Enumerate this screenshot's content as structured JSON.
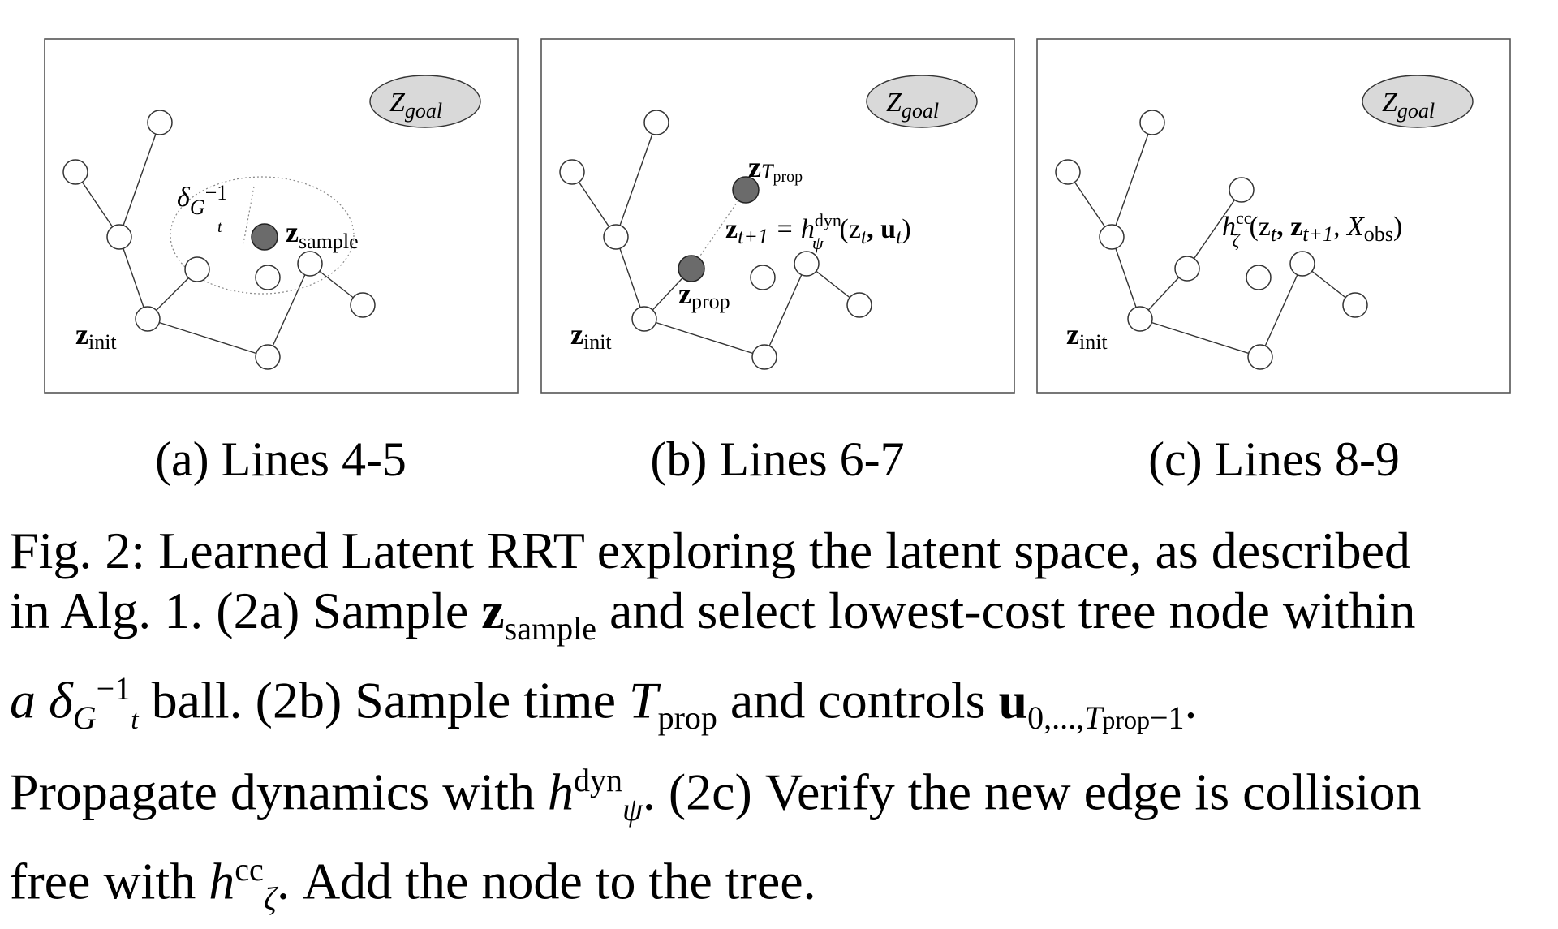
{
  "panels": [
    {
      "id": "a",
      "caption": "(a) Lines 4-5",
      "labels": {
        "goal": "Z",
        "goal_sub": "goal",
        "sample": "z",
        "sample_sub": "sample",
        "init": "z",
        "init_sub": "init",
        "delta": "δ",
        "delta_sub": "G",
        "delta_sup": "−1",
        "delta_subsub": "t"
      }
    },
    {
      "id": "b",
      "caption": "(b) Lines 6-7",
      "labels": {
        "goal": "Z",
        "goal_sub": "goal",
        "tprop": "z",
        "tprop_sub": "T",
        "tprop_subsub": "prop",
        "prop": "z",
        "prop_sub": "prop",
        "init": "z",
        "init_sub": "init",
        "eq_lhs": "z",
        "eq_lhs_sub": "t+1",
        "eq_mid": " = h",
        "eq_sup": "dyn",
        "eq_sub": "ψ",
        "eq_rhs": "(z",
        "eq_rhs_sub": "t",
        "eq_comma": ", u",
        "eq_u_sub": "t",
        "eq_close": ")"
      }
    },
    {
      "id": "c",
      "caption": "(c) Lines 8-9",
      "labels": {
        "goal": "Z",
        "goal_sub": "goal",
        "init": "z",
        "init_sub": "init",
        "cc_h": "h",
        "cc_sup": "cc",
        "cc_sub": "ζ",
        "cc_args": "(z",
        "cc_t": "t",
        "cc_c1": ", z",
        "cc_t1": "t+1",
        "cc_c2": ", X",
        "cc_obs": "obs",
        "cc_close": ")"
      }
    }
  ],
  "caption": {
    "line1": "Fig. 2: Learned Latent RRT exploring the latent space, as described",
    "line2_a": "in Alg. 1. (2a) Sample ",
    "line2_z": "z",
    "line2_zsub": "sample",
    "line2_b": " and select lowest-cost tree node within",
    "line3_a": "a  δ",
    "line3_G": "G",
    "line3_sup": "−1",
    "line3_t": "t",
    "line3_b": "  ball.  (2b)  Sample  time  ",
    "line3_T": "T",
    "line3_Tsub": "prop",
    "line3_c": "  and  controls  ",
    "line3_u": "u",
    "line3_usub": "0,...,",
    "line3_uT": "T",
    "line3_uTsub": "prop",
    "line3_end": "−1",
    "line3_dot": ".",
    "line4_a": "Propagate dynamics with ",
    "line4_h": "h",
    "line4_sup": "dyn",
    "line4_sub": "ψ",
    "line4_b": ". (2c) Verify the new edge is collision",
    "line5_a": "free with ",
    "line5_h": "h",
    "line5_sup": "cc",
    "line5_sub": "ζ",
    "line5_b": ". Add the node to the tree."
  }
}
